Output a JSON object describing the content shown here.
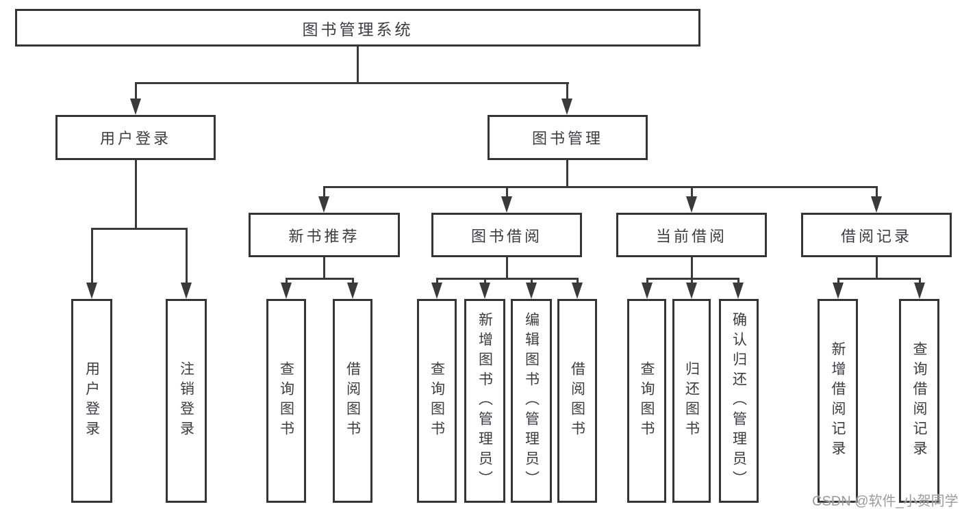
{
  "diagram": {
    "root": "图书管理系统",
    "branches": [
      {
        "label": "用户登录",
        "children": [
          "用户登录",
          "注销登录"
        ]
      },
      {
        "label": "图书管理",
        "groups": [
          {
            "label": "新书推荐",
            "children": [
              "查询图书",
              "借阅图书"
            ]
          },
          {
            "label": "图书借阅",
            "children": [
              "查询图书",
              "新增图书（管理员）",
              "编辑图书（管理员）",
              "借阅图书"
            ]
          },
          {
            "label": "当前借阅",
            "children": [
              "查询图书",
              "归还图书",
              "确认归还（管理员）"
            ]
          },
          {
            "label": "借阅记录",
            "children": [
              "新增借阅记录",
              "查询借阅记录"
            ]
          }
        ]
      }
    ]
  },
  "watermark": {
    "text": "CSDN @软件_小贺同学"
  },
  "colors": {
    "line": "#3a3a3a",
    "border": "#343434",
    "text": "#3d3d40",
    "background": "#ffffff",
    "watermark": "#969696"
  }
}
